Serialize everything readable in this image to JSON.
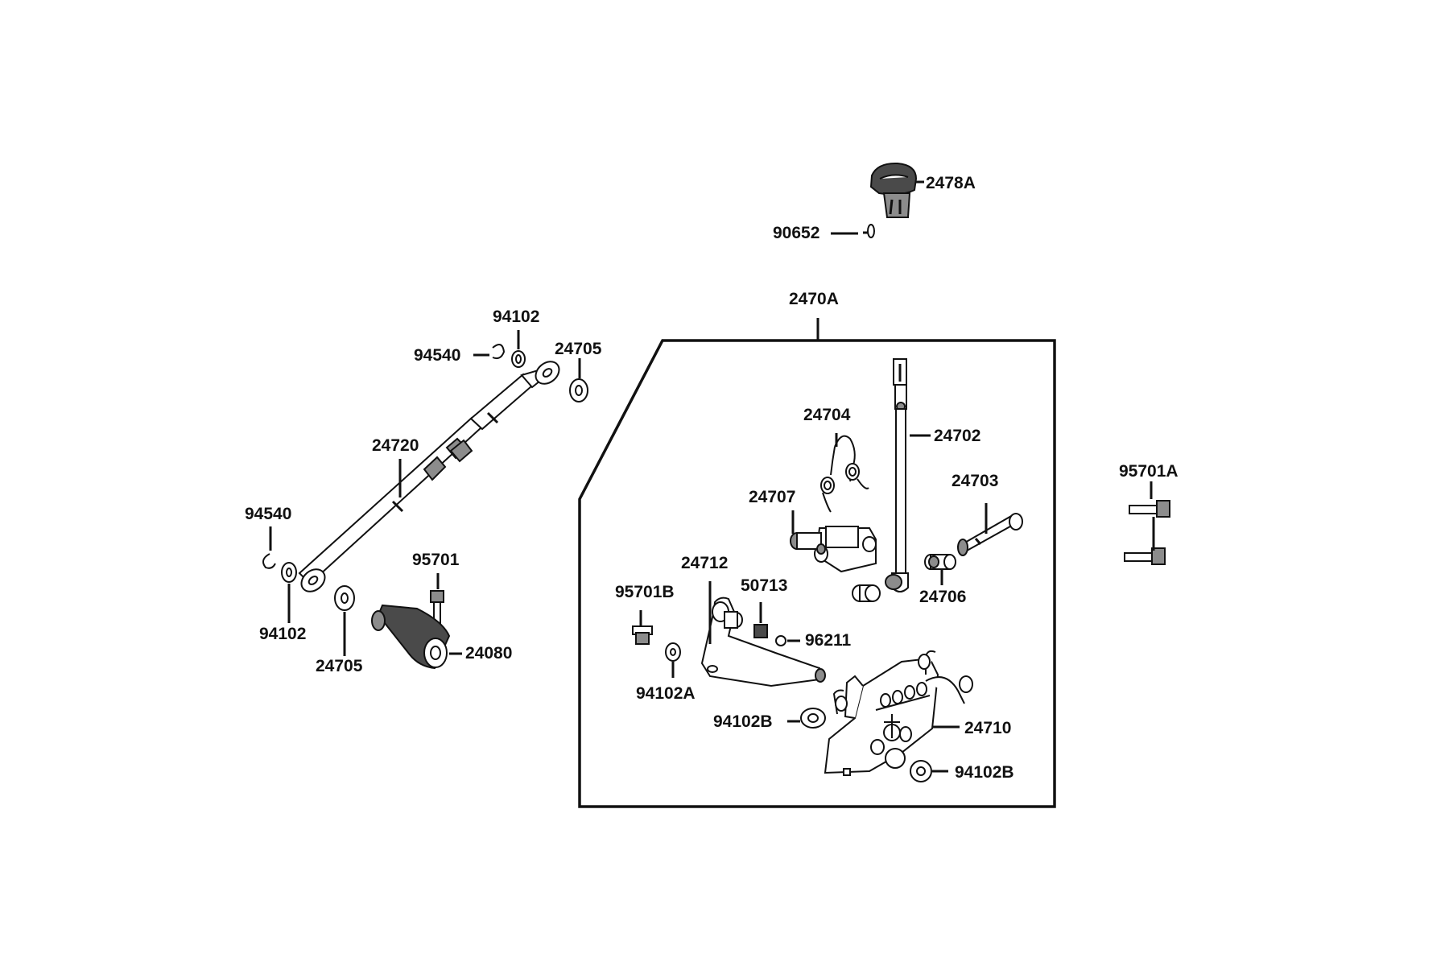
{
  "labels": {
    "l_2478A": "2478A",
    "l_90652": "90652",
    "l_2470A": "2470A",
    "l_94102_top": "94102",
    "l_94540_top": "94540",
    "l_24705_top": "24705",
    "l_24720": "24720",
    "l_94540_left": "94540",
    "l_94102_left": "94102",
    "l_95701": "95701",
    "l_24705_bottom": "24705",
    "l_24080": "24080",
    "l_24704": "24704",
    "l_24702": "24702",
    "l_24703": "24703",
    "l_24707": "24707",
    "l_24706": "24706",
    "l_24712": "24712",
    "l_95701B": "95701B",
    "l_50713": "50713",
    "l_96211": "96211",
    "l_94102A": "94102A",
    "l_94102B_left": "94102B",
    "l_24710": "24710",
    "l_94102B_right": "94102B",
    "l_95701A": "95701A"
  }
}
